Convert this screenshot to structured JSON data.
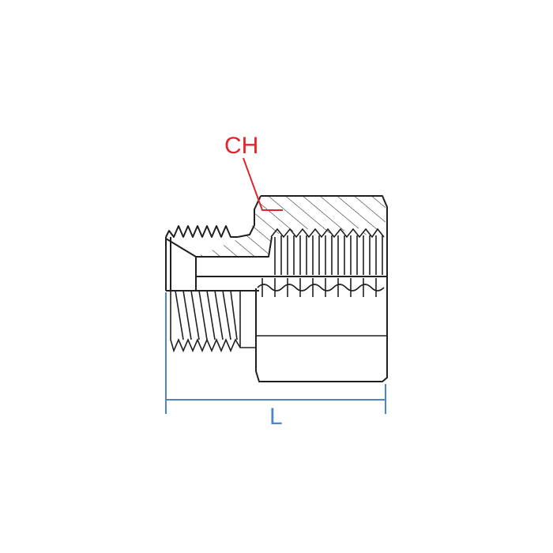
{
  "diagram": {
    "subject": "hex-reducer-adapter-section",
    "callouts": {
      "hex": {
        "text": "CH",
        "color": "#e2252b"
      },
      "length": {
        "text": "L",
        "color": "#4a86c8"
      }
    },
    "colors": {
      "outline": "#231f20",
      "hatch": "#231f20",
      "background": "#ffffff"
    }
  }
}
